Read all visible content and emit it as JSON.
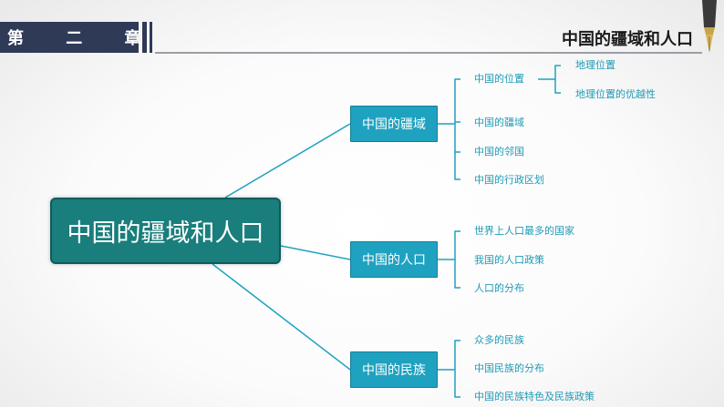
{
  "header": {
    "chapter": "第 二 章",
    "title": "中国的疆域和人口"
  },
  "mindmap": {
    "root": "中国的疆域和人口",
    "branches": [
      {
        "label": "中国的疆域",
        "items": [
          {
            "label": "中国的位置",
            "children": [
              "地理位置",
              "地理位置的优越性"
            ]
          },
          {
            "label": "中国的疆域"
          },
          {
            "label": "中国的邻国"
          },
          {
            "label": "中国的行政区划"
          }
        ]
      },
      {
        "label": "中国的人口",
        "items": [
          {
            "label": "世界上人口最多的国家"
          },
          {
            "label": "我国的人口政策"
          },
          {
            "label": "人口的分布"
          }
        ]
      },
      {
        "label": "中国的民族",
        "items": [
          {
            "label": "众多的民族"
          },
          {
            "label": "中国民族的分布"
          },
          {
            "label": "中国的民族特色及民族政策"
          }
        ]
      }
    ]
  },
  "colors": {
    "header_bar": "#2f3a57",
    "root_fill": "#197e7c",
    "branch_fill": "#1fa2c0",
    "leaf_text": "#1f9ab5",
    "connector": "#1fa2c0"
  }
}
